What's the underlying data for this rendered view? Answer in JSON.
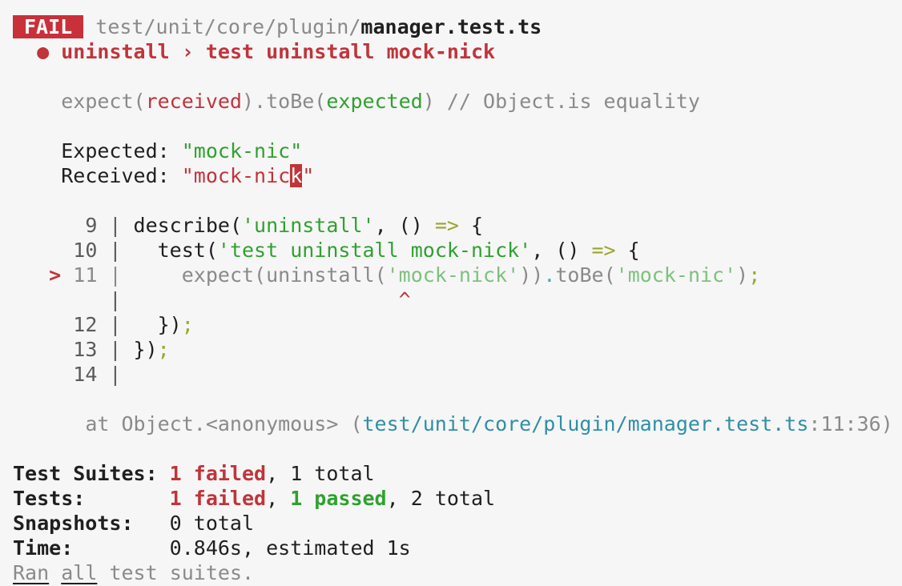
{
  "header": {
    "badge": "FAIL",
    "path_dim": "test/unit/core/plugin/",
    "path_file": "manager.test.ts"
  },
  "test_title": {
    "bullet": "●",
    "name": "uninstall › test uninstall mock-nick"
  },
  "matcher": {
    "p1": "expect(",
    "received": "received",
    "p2": ").toBe(",
    "expected": "expected",
    "p3": ") // Object.is equality"
  },
  "values": {
    "expected_label": "Expected: ",
    "expected_value": "\"mock-nic\"",
    "received_label": "Received: ",
    "received_prefix": "\"mock-nic",
    "received_diff": "k",
    "received_suffix": "\""
  },
  "code": {
    "l9_num": "9",
    "l9_a": "describe(",
    "l9_str": "'uninstall'",
    "l9_b": ", () ",
    "l9_arrow": "=>",
    "l9_c": " {",
    "l10_num": "10",
    "l10_a": "  test(",
    "l10_str": "'test uninstall mock-nick'",
    "l10_b": ", () ",
    "l10_arrow": "=>",
    "l10_c": " {",
    "l11_marker": ">",
    "l11_num": "11",
    "l11_a": "    expect(uninstall(",
    "l11_str1": "'mock-nick'",
    "l11_b": "))",
    "l11_dot": ".",
    "l11_c": "toBe(",
    "l11_str2": "'mock-nic'",
    "l11_d": ")",
    "l11_semi": ";",
    "caret": "^",
    "l12_num": "12",
    "l12_a": "  })",
    "l12_semi": ";",
    "l13_num": "13",
    "l13_a": "})",
    "l13_semi": ";",
    "l14_num": "14",
    "sep": " | ",
    "sep_empty": "|"
  },
  "stack": {
    "at": "at Object.<anonymous> (",
    "file": "test/unit/core/plugin/manager.test.ts",
    "loc": ":11:36)"
  },
  "summary": {
    "suites_label": "Test Suites: ",
    "suites_failed": "1 failed",
    "suites_total": ", 1 total",
    "tests_label": "Tests:       ",
    "tests_failed": "1 failed",
    "tests_sep": ", ",
    "tests_passed": "1 passed",
    "tests_total": ", 2 total",
    "snap_label": "Snapshots:   ",
    "snap_value": "0 total",
    "time_label": "Time:        ",
    "time_value": "0.846s, estimated 1s",
    "ran_1": "Ran",
    "ran_2": "all",
    "ran_3": "test suites."
  }
}
